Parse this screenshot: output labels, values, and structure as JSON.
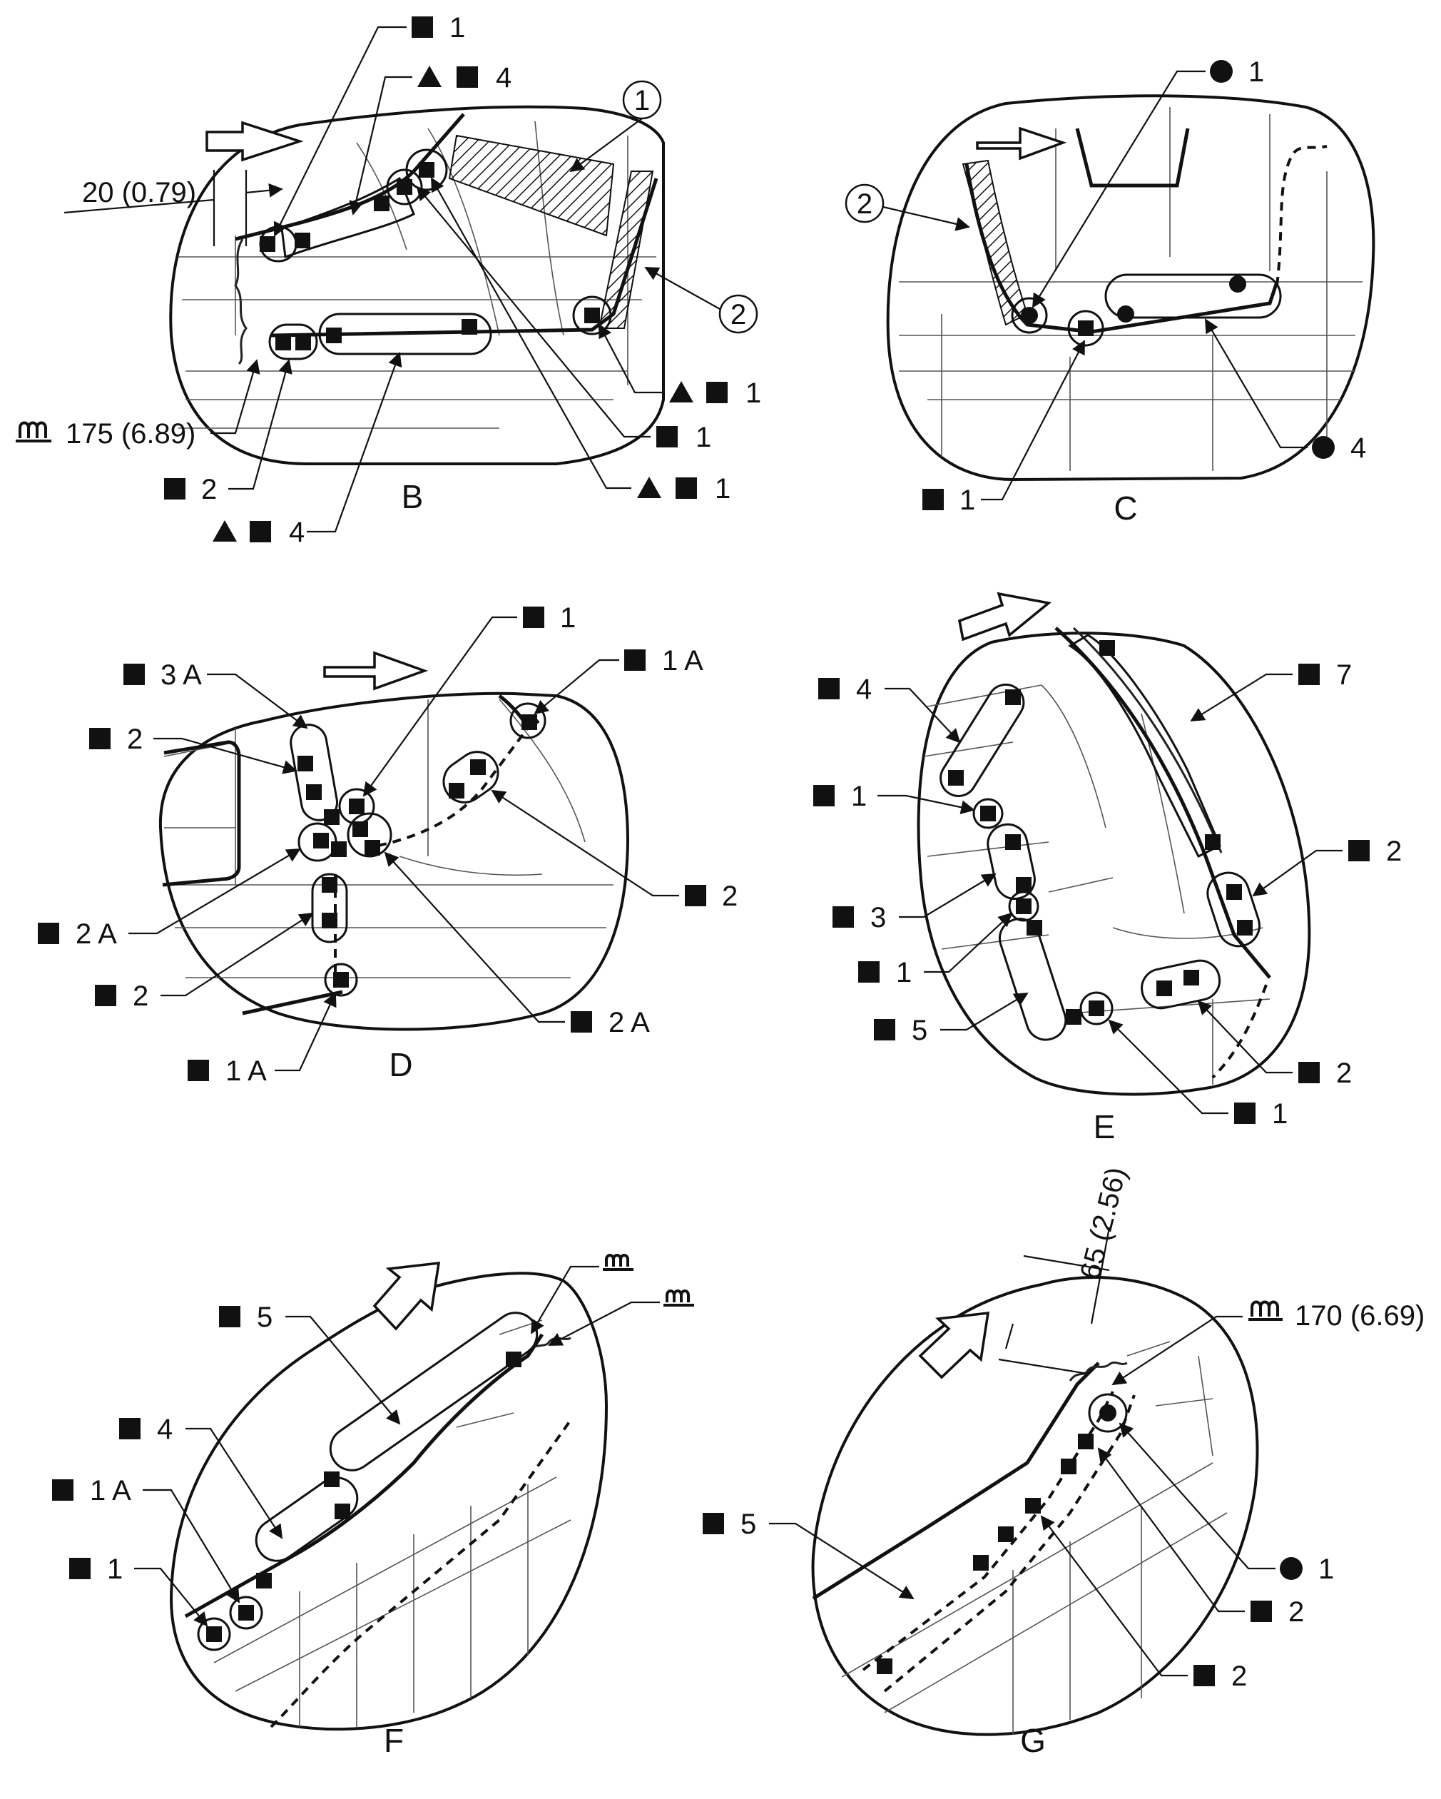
{
  "panels": {
    "B": {
      "letter": "B",
      "labels": [
        "1",
        "4",
        "1",
        "1",
        "1",
        "4",
        "2"
      ],
      "dim": "20 (0.79)",
      "weld_length": "175 (6.89)",
      "callout_1": "1",
      "callout_2": "2"
    },
    "C": {
      "letter": "C",
      "labels": [
        "1",
        "4",
        "1"
      ],
      "callout_2": "2"
    },
    "D": {
      "letter": "D",
      "labels": [
        "1",
        "1 A",
        "3 A",
        "2",
        "2",
        "2 A",
        "2",
        "2 A",
        "1 A"
      ]
    },
    "E": {
      "letter": "E",
      "labels": [
        "7",
        "4",
        "1",
        "2",
        "3",
        "1",
        "5",
        "2",
        "1"
      ]
    },
    "F": {
      "letter": "F",
      "labels": [
        "5",
        "4",
        "1 A",
        "1"
      ]
    },
    "G": {
      "letter": "G",
      "dim": "65 (2.56)",
      "weld_length": "170 (6.69)",
      "labels": [
        "5",
        "1",
        "2",
        "2"
      ]
    }
  }
}
